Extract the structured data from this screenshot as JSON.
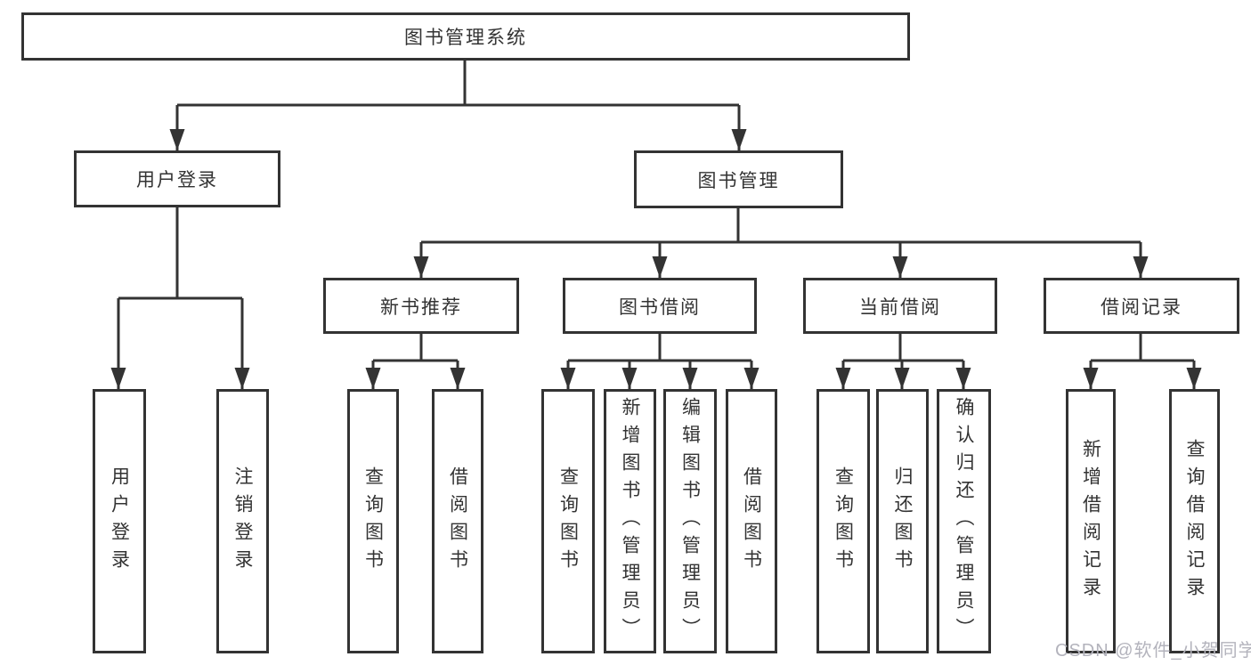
{
  "tree": {
    "root": {
      "label": "图书管理系统"
    },
    "branches": [
      {
        "label": "用户登录",
        "children": [
          {
            "label": "用户登录"
          },
          {
            "label": "注销登录"
          }
        ]
      },
      {
        "label": "图书管理",
        "children": [
          {
            "label": "新书推荐",
            "children": [
              {
                "label": "查询图书"
              },
              {
                "label": "借阅图书"
              }
            ]
          },
          {
            "label": "图书借阅",
            "children": [
              {
                "label": "查询图书"
              },
              {
                "label": "新增图书（管理员）"
              },
              {
                "label": "编辑图书（管理员）"
              },
              {
                "label": "借阅图书"
              }
            ]
          },
          {
            "label": "当前借阅",
            "children": [
              {
                "label": "查询图书"
              },
              {
                "label": "归还图书"
              },
              {
                "label": "确认归还（管理员）"
              }
            ]
          },
          {
            "label": "借阅记录",
            "children": [
              {
                "label": "新增借阅记录"
              },
              {
                "label": "查询借阅记录"
              }
            ]
          }
        ]
      }
    ]
  },
  "watermark": {
    "text": "CSDN @软件_小贺同学"
  },
  "colors": {
    "line": "#333333",
    "text": "#333333",
    "box_background": "#ffffff",
    "page_background": "#ffffff",
    "watermark": "#b3b3bc"
  }
}
